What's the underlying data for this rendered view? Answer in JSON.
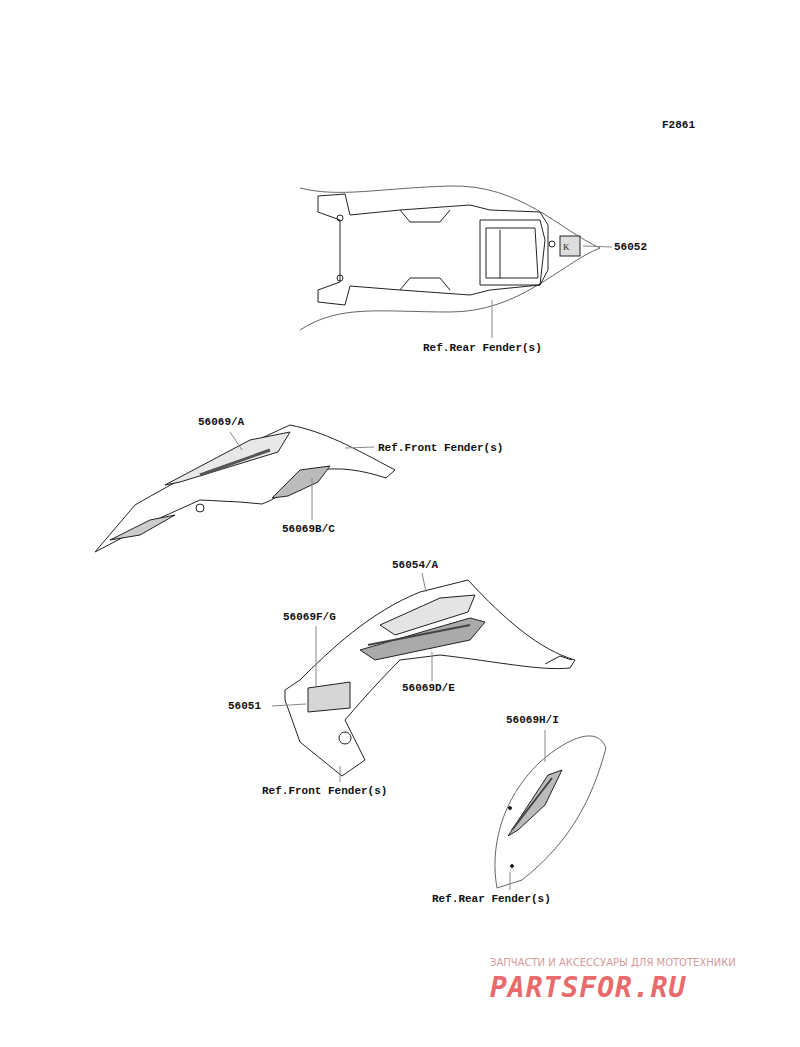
{
  "diagram": {
    "labels": [
      "F2861",
      "56052",
      "Ref.Rear Fender(s)",
      "56069/A",
      "Ref.Front Fender(s)",
      "56069B/C",
      "56054/A",
      "56069F/G",
      "56069D/E",
      "56051",
      "Ref.Front Fender(s)",
      "56069H/I",
      "Ref.Rear Fender(s)",
      "ЗАПЧАСТИ И АКСЕССУАРЫ ДЛЯ МОТОТЕХНИКИ",
      "PARTSFOR.RU"
    ]
  }
}
